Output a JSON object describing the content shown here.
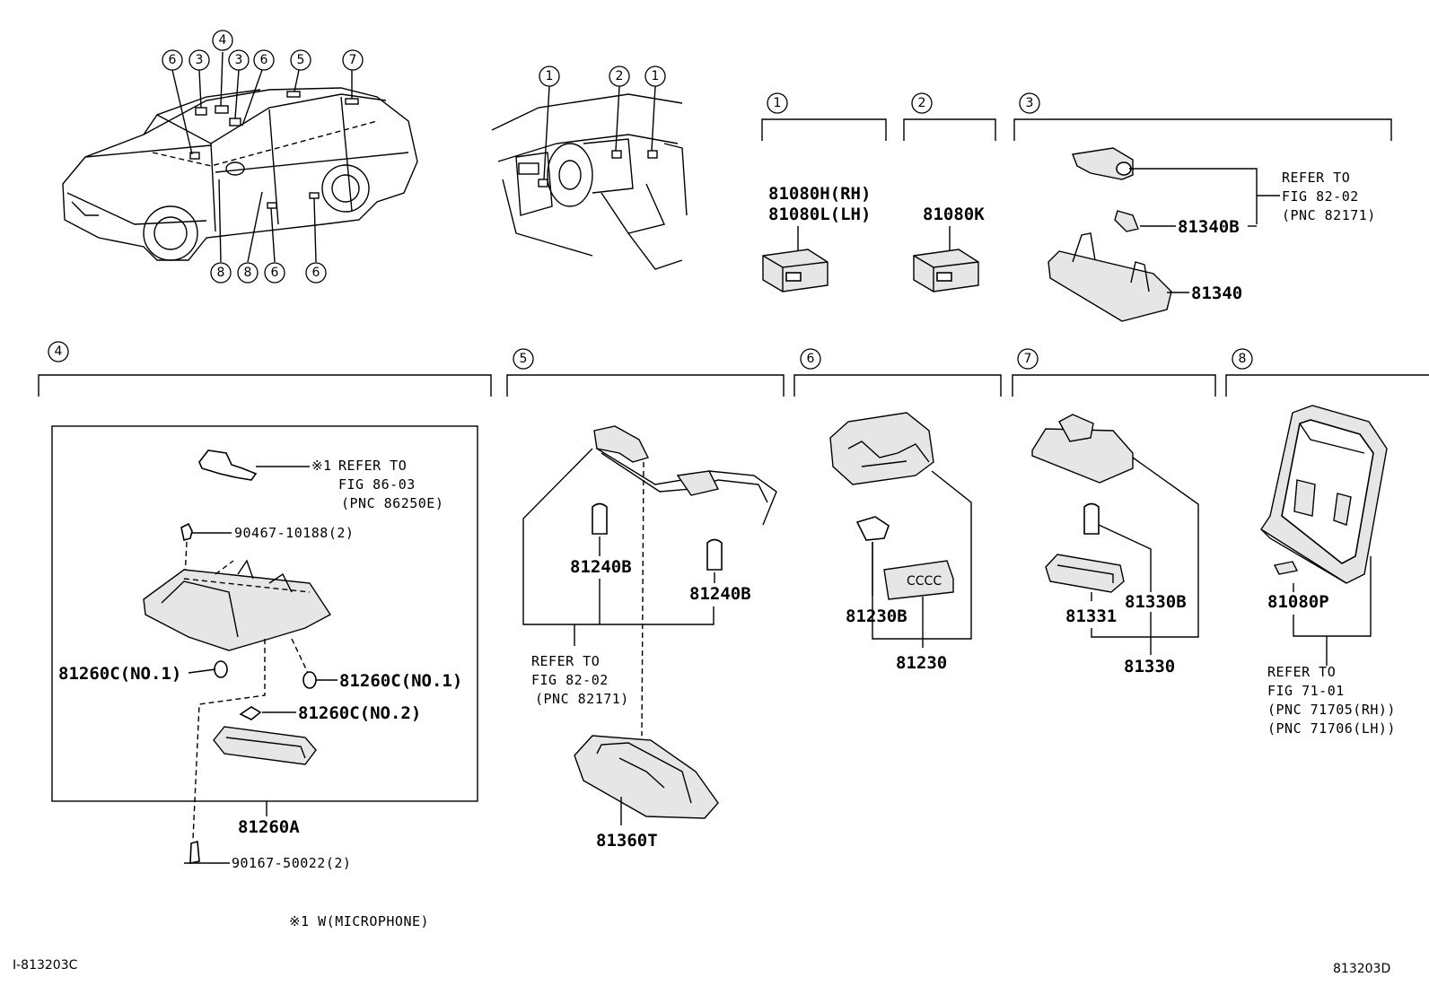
{
  "callouts": {
    "car": [
      "6",
      "3",
      "4",
      "3",
      "6",
      "5",
      "7",
      "8",
      "8",
      "6",
      "6"
    ],
    "dash": [
      "1",
      "2",
      "1"
    ],
    "sections": [
      "1",
      "2",
      "3",
      "4",
      "5",
      "6",
      "7",
      "8"
    ]
  },
  "sec1": {
    "p1": "81080H(RH)",
    "p2": "81080L(LH)"
  },
  "sec2": {
    "p1": "81080K"
  },
  "sec3": {
    "bulb": "81340B",
    "lamp": "81340",
    "ref": [
      "REFER TO",
      "FIG 82-02",
      "(PNC 82171)"
    ]
  },
  "sec4": {
    "note_mark": "※1",
    "ref": [
      "REFER TO",
      "FIG 86-03",
      "(PNC 86250E)"
    ],
    "screw1": "90467-10188(2)",
    "bulb_left": "81260C(NO.1)",
    "bulb_right": "81260C(NO.1)",
    "bulb_no2": "81260C(NO.2)",
    "assy": "81260A",
    "screw2": "90167-50022(2)"
  },
  "sec5": {
    "bulb_a": "81240B",
    "bulb_b": "81240B",
    "ref": [
      "REFER TO",
      "FIG 82-02",
      "(PNC 82171)"
    ],
    "lamp": "81360T"
  },
  "sec6": {
    "bulb": "81230B",
    "assy": "81230"
  },
  "sec7": {
    "bulb": "81330B",
    "lens": "81331",
    "assy": "81330"
  },
  "sec8": {
    "part": "81080P",
    "ref": [
      "REFER TO",
      "FIG 71-01",
      "(PNC 71705(RH))",
      "(PNC 71706(LH))"
    ]
  },
  "footnote": "※1 W(MICROPHONE)",
  "code_left": "I-813203C",
  "code_right": "813203D"
}
